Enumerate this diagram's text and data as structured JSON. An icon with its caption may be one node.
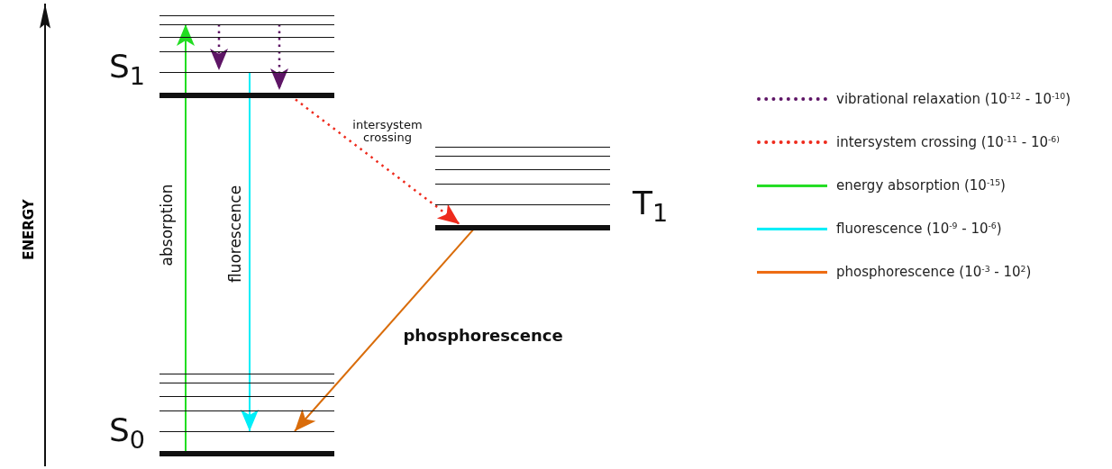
{
  "diagram": {
    "nodes": [
      {
        "text": [
          "S$_{1}$"
        ]
      },
      {
        "text": [
          "T$_{1}$"
        ]
      },
      {
        "text": [
          "S$_{0}$"
        ]
      }
    ],
    "edges": [
      {
        "from": 2,
        "to": 0,
        "arrow": "to",
        "label": "absorption",
        "color": "#22dd22"
      },
      {
        "from": 0,
        "to": 2,
        "arrow": "to",
        "label": "fluorescence",
        "color": "#00eef8"
      },
      {
        "from": null,
        "to": 0,
        "arrow": "to",
        "style": "dashed",
        "color": "#5e1566"
      },
      {
        "from": null,
        "to": 0,
        "arrow": "to",
        "style": "dashed",
        "color": "#5e1566"
      },
      {
        "from": 0,
        "to": 1,
        "arrow": "to",
        "label": "intersystem crossing",
        "style": "dashed",
        "color": "#ee2a1c"
      },
      {
        "from": 1,
        "to": 2,
        "arrow": "to",
        "label": "phosphorescence",
        "color": "#d96c0a"
      }
    ],
    "labels": [
      "ENERGY"
    ],
    "legend": [
      {
        "text": "vibrational relaxation (10$^{-12}$ - 10$^{-10}$)",
        "color": "#5e1566"
      },
      {
        "text": "intersystem crossing (10$^{-11}$ - 10$^{-6)}$",
        "color": "#ee2a1c"
      },
      {
        "text": "energy absorption (10$^{-15}$)",
        "color": "#22dd22"
      },
      {
        "text": "fluorescence (10$^{-9}$ - 10$^{-6}$)",
        "color": "#00eef8"
      },
      {
        "text": "phosphorescence (10$^{-3}$ - 10$^{2}$)",
        "color": "#ee6a10"
      }
    ]
  }
}
